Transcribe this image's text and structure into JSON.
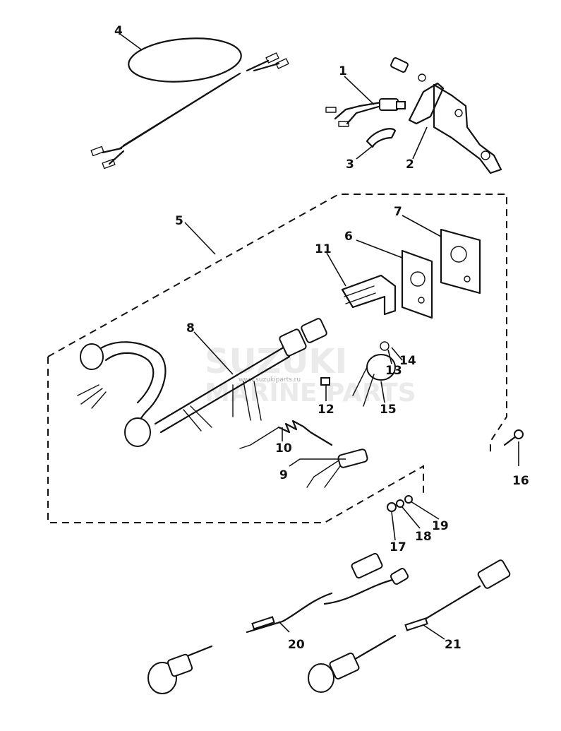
{
  "watermark": {
    "brand": "SUZUKI",
    "subtitle": "MARINE PARTS",
    "small_text": "www.suzukiparts.ru"
  },
  "callouts": [
    {
      "id": "c1",
      "text": "1"
    },
    {
      "id": "c2",
      "text": "2"
    },
    {
      "id": "c3",
      "text": "3"
    },
    {
      "id": "c4",
      "text": "4"
    },
    {
      "id": "c5",
      "text": "5"
    },
    {
      "id": "c6",
      "text": "6"
    },
    {
      "id": "c7",
      "text": "7"
    },
    {
      "id": "c8",
      "text": "8"
    },
    {
      "id": "c9",
      "text": "9"
    },
    {
      "id": "c10",
      "text": "10"
    },
    {
      "id": "c11",
      "text": "11"
    },
    {
      "id": "c12",
      "text": "12"
    },
    {
      "id": "c13",
      "text": "13"
    },
    {
      "id": "c14",
      "text": "14"
    },
    {
      "id": "c15",
      "text": "15"
    },
    {
      "id": "c16",
      "text": "16"
    },
    {
      "id": "c17",
      "text": "17"
    },
    {
      "id": "c18",
      "text": "18"
    },
    {
      "id": "c19",
      "text": "19"
    },
    {
      "id": "c20",
      "text": "20"
    },
    {
      "id": "c21",
      "text": "21"
    }
  ]
}
